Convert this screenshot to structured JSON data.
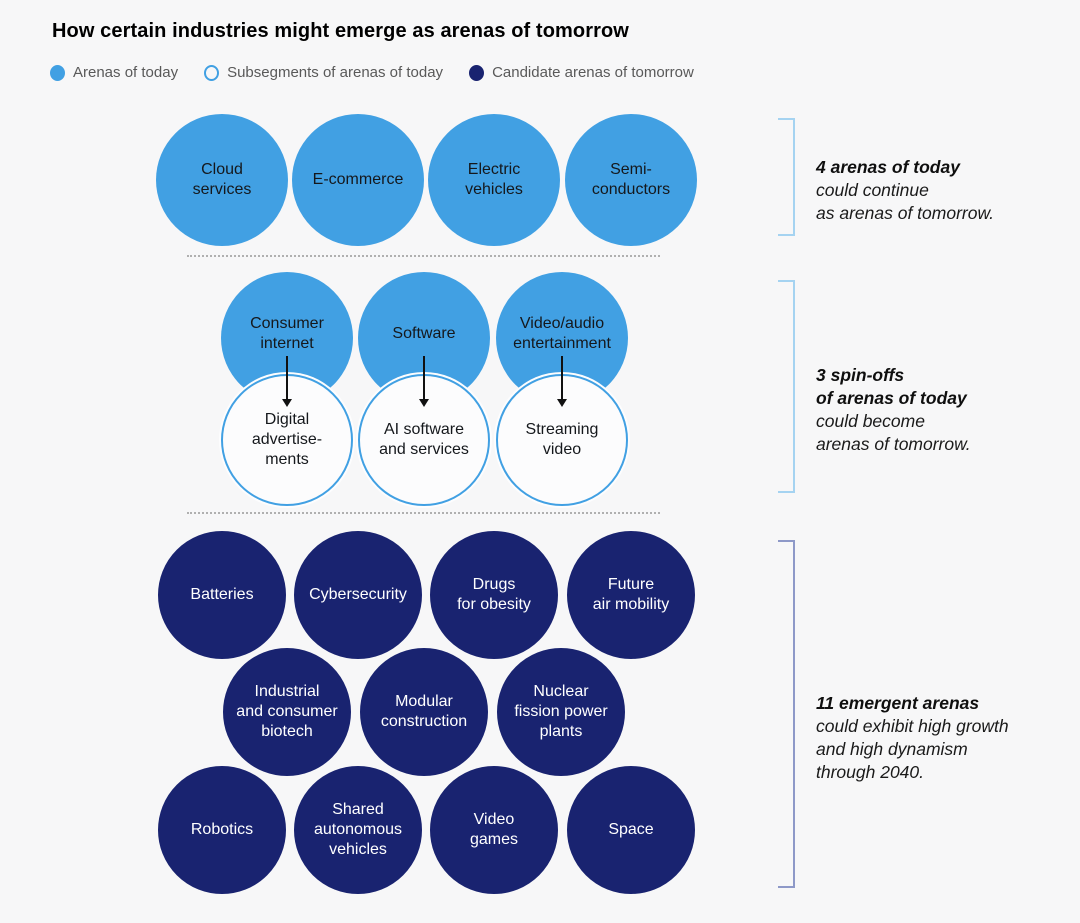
{
  "title": "How certain industries might emerge as arenas of tomorrow",
  "legend": {
    "items": [
      {
        "label": "Arenas of today",
        "icon": "filled-lightblue-dot-icon"
      },
      {
        "label": "Subsegments of arenas of today",
        "icon": "outlined-lightblue-dot-icon"
      },
      {
        "label": "Candidate arenas of tomorrow",
        "icon": "filled-navy-dot-icon"
      }
    ]
  },
  "groups": {
    "today": {
      "circles": [
        {
          "label": "Cloud\nservices"
        },
        {
          "label": "E-commerce"
        },
        {
          "label": "Electric\nvehicles"
        },
        {
          "label": "Semi-\nconductors"
        }
      ]
    },
    "spinoffs": {
      "parents": [
        {
          "label": "Consumer\ninternet"
        },
        {
          "label": "Software"
        },
        {
          "label": "Video/audio\nentertainment"
        }
      ],
      "subsegments": [
        {
          "label": "Digital\nadvertise-\nments"
        },
        {
          "label": "AI software\nand services"
        },
        {
          "label": "Streaming\nvideo"
        }
      ]
    },
    "emergent": {
      "row1": [
        {
          "label": "Batteries"
        },
        {
          "label": "Cybersecurity"
        },
        {
          "label": "Drugs\nfor obesity"
        },
        {
          "label": "Future\nair mobility"
        }
      ],
      "row2": [
        {
          "label": "Industrial\nand consumer\nbiotech"
        },
        {
          "label": "Modular\nconstruction"
        },
        {
          "label": "Nuclear\nfission power\nplants"
        }
      ],
      "row3": [
        {
          "label": "Robotics"
        },
        {
          "label": "Shared\nautonomous\nvehicles"
        },
        {
          "label": "Video\ngames"
        },
        {
          "label": "Space"
        }
      ]
    }
  },
  "annotations": [
    {
      "bold": "4 arenas of today",
      "body": "could continue\nas arenas of tomorrow."
    },
    {
      "bold": "3 spin-offs\nof arenas of today",
      "body": "could become\narenas of tomorrow."
    },
    {
      "bold": "11 emergent arenas",
      "body": "could exhibit high growth\nand high dynamism\nthrough 2040."
    }
  ],
  "colors": {
    "arena_today": "#41A0E3",
    "candidate_tomorrow": "#192370",
    "subsegment_fill": "#FCFCFD",
    "subsegment_stroke": "#41A0E3",
    "background": "#F7F7F8",
    "bracket_light": "#A5D3F1",
    "bracket_dark": "#8E99C8",
    "legend_text": "#595959",
    "divider": "#B0B0B0",
    "arrow": "#111111"
  }
}
